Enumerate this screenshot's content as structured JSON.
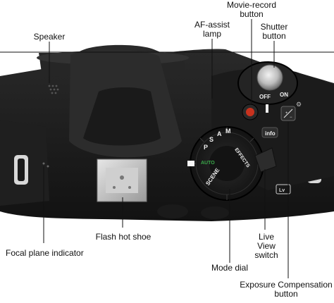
{
  "labels": {
    "movie_record_1": "Movie-record",
    "movie_record_2": "button",
    "af_assist_1": "AF-assist",
    "af_assist_2": "lamp",
    "shutter_1": "Shutter",
    "shutter_2": "button",
    "speaker": "Speaker",
    "flash_hot_shoe": "Flash hot shoe",
    "focal_plane_indicator": "Focal plane indicator",
    "live_view_1": "Live",
    "live_view_2": "View",
    "live_view_3": "switch",
    "mode_dial": "Mode dial",
    "exposure_comp_1": "Exposure Compensation",
    "exposure_comp_2": "button"
  },
  "camera_markings": {
    "off": "OFF",
    "on": "ON",
    "info": "info",
    "auto": "AUTO",
    "scene": "SCENE",
    "effects": "EFFECTS",
    "mode_p": "P",
    "mode_s": "S",
    "mode_a": "A",
    "mode_m": "M",
    "lv": "Lv"
  },
  "colors": {
    "camera_body": "#1d1d1d",
    "camera_highlight": "#3a3a3a",
    "shutter_silver": "#c9c9c9",
    "movie_record_red": "#c8321e",
    "auto_green": "#3aa84a",
    "callout_line": "#111111"
  }
}
